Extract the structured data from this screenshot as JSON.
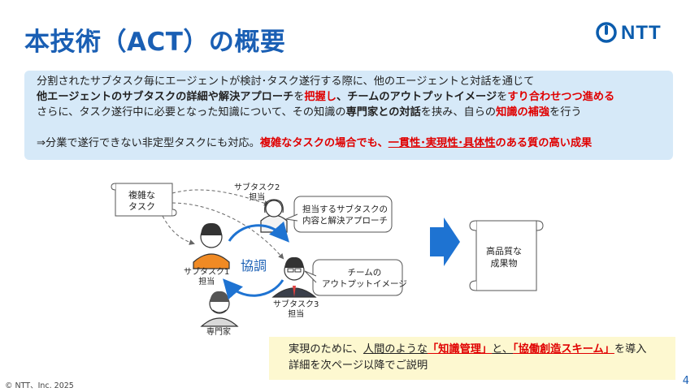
{
  "title": "本技術（ACT）の概要",
  "logo": {
    "text": "NTT"
  },
  "summary": {
    "line1": "分割されたサブタスク毎にエージェントが検討･タスク遂行する際に、他のエージェントと対話を通じて",
    "line2": {
      "p1": "他エージェントのサブタスクの詳細や解決アプローチ",
      "p2": "を",
      "p3": "把握し",
      "p4": "、チームのアウトプットイメージ",
      "p5": "を",
      "p6": "すり合わせつつ進める"
    },
    "line3": {
      "p1": "さらに、タスク遂行中に必要となった知識について、その知識の",
      "p2": "専門家との対話",
      "p3": "を挟み、自らの",
      "p4": "知識の補強",
      "p5": "を行う"
    },
    "line4": {
      "p1": "⇒分業で遂行できない非定型タスクにも対応。",
      "p2": "複雑なタスクの場合でも、",
      "p3": "一貫性･実現性･具体性",
      "p4": "のある質の高い成果"
    }
  },
  "diagram": {
    "complex_task": [
      "複雑な",
      "タスク"
    ],
    "subtask2": [
      "サブタスク2",
      "担当"
    ],
    "bubble1": [
      "担当するサブタスクの",
      "内容と解決アプローチ"
    ],
    "subtask1": [
      "サブタスク1",
      "担当"
    ],
    "cooperation": "協調",
    "bubble2": [
      "チームの",
      "アウトプットイメージ"
    ],
    "subtask3": [
      "サブタスク3",
      "担当"
    ],
    "expert": "専門家",
    "result": [
      "高品質な",
      "成果物"
    ]
  },
  "bottom": {
    "line1": {
      "p1": "実現のために、",
      "p2": "人間のような",
      "p3": "「知識管理」",
      "p4": "と、",
      "p5": "「協働創造スキーム」",
      "p6": "を導入"
    },
    "line2": "詳細を次ページ以降でご説明"
  },
  "footer": "© NTT、Inc.  2025",
  "page_number": "4",
  "colors": {
    "title_blue": "#1a5fb4",
    "info_bg": "#d6e9f8",
    "accent_red": "#e00000",
    "bottom_bg": "#fdf8d0",
    "arrow_blue": "#1e73d2",
    "person_orange": "#f08a24"
  }
}
